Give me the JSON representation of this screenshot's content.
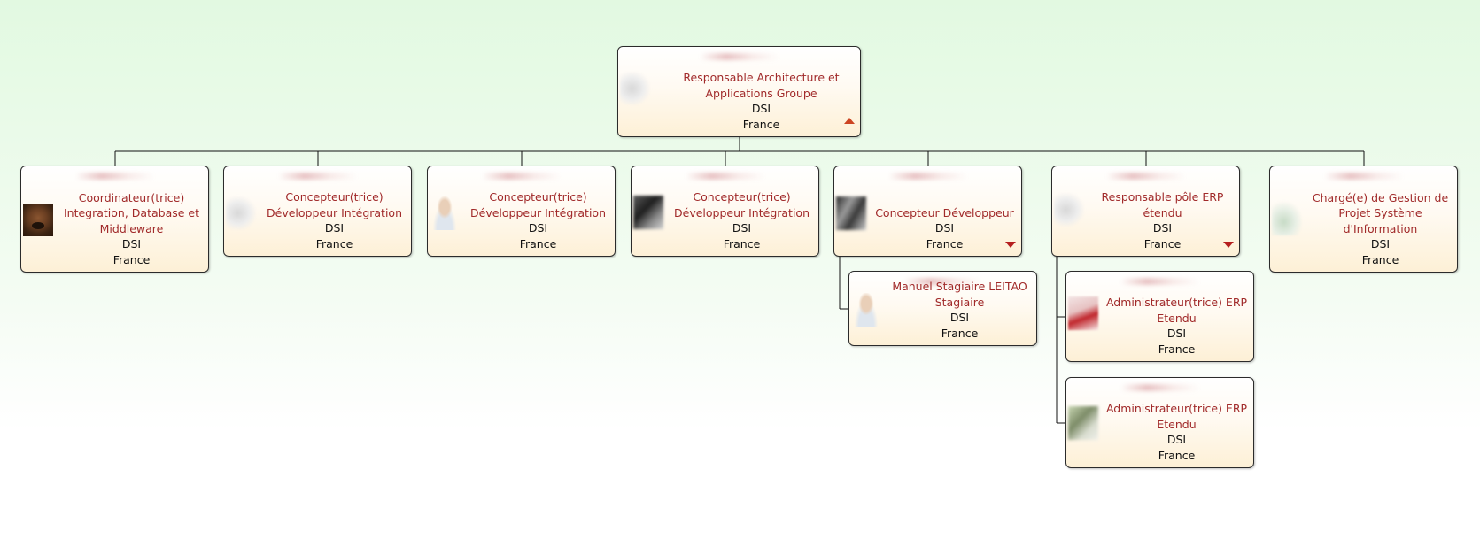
{
  "chart_data": {
    "type": "org-chart",
    "root": {
      "title": "Responsable Architecture et Applications Groupe",
      "department": "DSI",
      "country": "France",
      "photo": "blurred-photo",
      "toggle": "collapse-arrow-up",
      "children": [
        {
          "title": "Coordinateur(trice) Integration, Database et Middleware",
          "department": "DSI",
          "country": "France",
          "photo": "dog-photo"
        },
        {
          "title": "Concepteur(trice) Développeur Intégration",
          "department": "DSI",
          "country": "France",
          "photo": "blurred-photo"
        },
        {
          "title": "Concepteur(trice) Développeur Intégration",
          "department": "DSI",
          "country": "France",
          "photo": "avatar-placeholder"
        },
        {
          "title": "Concepteur(trice) Développeur Intégration",
          "department": "DSI",
          "country": "France",
          "photo": "blurred-photo"
        },
        {
          "title": "Concepteur Développeur",
          "department": "DSI",
          "country": "France",
          "photo": "blurred-photo",
          "toggle": "expand-arrow-down",
          "children": [
            {
              "title": "Manuel Stagiaire LEITAO Stagiaire",
              "department": "DSI",
              "country": "France",
              "photo": "avatar-placeholder"
            }
          ]
        },
        {
          "title": "Responsable pôle ERP étendu",
          "department": "DSI",
          "country": "France",
          "photo": "blurred-photo",
          "toggle": "expand-arrow-down",
          "children": [
            {
              "title": "Administrateur(trice) ERP Etendu",
              "department": "DSI",
              "country": "France",
              "photo": "blurred-photo"
            },
            {
              "title": "Administrateur(trice) ERP Etendu",
              "department": "DSI",
              "country": "France",
              "photo": "blurred-photo"
            }
          ]
        },
        {
          "title": "Chargé(e) de Gestion de Projet Système d'Information",
          "department": "DSI",
          "country": "France",
          "photo": "blurred-photo"
        }
      ]
    }
  },
  "colors": {
    "title_text": "#a12a2a",
    "info_text": "#111111",
    "card_border": "#2b2b2b",
    "card_fill_top": "#ffffff",
    "card_fill_bottom": "#fdf0d6",
    "background_top": "#e2f9e1",
    "toggle_up": "#cc4422",
    "toggle_down": "#b51f1f"
  }
}
